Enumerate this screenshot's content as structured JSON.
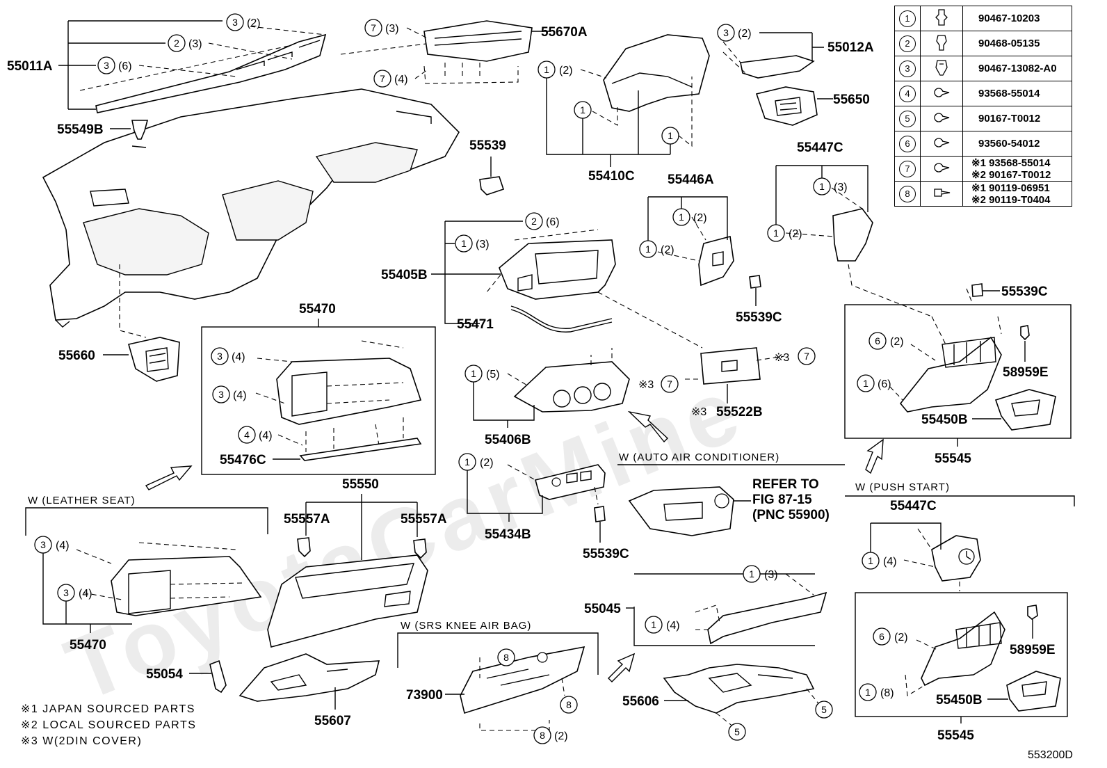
{
  "parts": {
    "p55011A": "55011A",
    "p55549B": "55549B",
    "p55670A": "55670A",
    "p55410C": "55410C",
    "p55012A": "55012A",
    "p55650": "55650",
    "p55539": "55539",
    "p55405B": "55405B",
    "p55471": "55471",
    "p55446A": "55446A",
    "p55539C_a": "55539C",
    "p55447C_a": "55447C",
    "p55539C_b": "55539C",
    "p58959E_a": "58959E",
    "p55450B_a": "55450B",
    "p55545_a": "55545",
    "p55660": "55660",
    "p55470_a": "55470",
    "p55476C": "55476C",
    "p55406B": "55406B",
    "p55522B": "55522B",
    "p55434B": "55434B",
    "p55539C_c": "55539C",
    "p55550": "55550",
    "p55557A_a": "55557A",
    "p55557A_b": "55557A",
    "p55470_b": "55470",
    "p55054": "55054",
    "p55607": "55607",
    "p73900": "73900",
    "p55045": "55045",
    "p55606": "55606",
    "p55447C_b": "55447C",
    "p58959E_b": "58959E",
    "p55450B_b": "55450B",
    "p55545_b": "55545"
  },
  "captions": {
    "auto_air": "W (AUTO AIR CONDITIONER)",
    "push_start": "W (PUSH START)",
    "leather_seat": "W (LEATHER SEAT)",
    "srs_knee": "W (SRS KNEE AIR BAG)",
    "refer_1": "REFER TO",
    "refer_2": "FIG 87-15",
    "refer_3": "(PNC 55900)"
  },
  "notes": {
    "n1": "※1 JAPAN SOURCED PARTS",
    "n2": "※2 LOCAL SOURCED PARTS",
    "n3": "※3 W(2DIN COVER)"
  },
  "markers": {
    "m3": "※3",
    "m3_55522B": "※3"
  },
  "qty": {
    "q2": "(2)",
    "q3": "(3)",
    "q4": "(4)",
    "q5": "(5)",
    "q6": "(6)",
    "q8": "(8)"
  },
  "figure_id": "553200D",
  "watermark": "ToyotaCarMine",
  "legend": [
    {
      "num": "1",
      "code": "90467-10203"
    },
    {
      "num": "2",
      "code": "90468-05135"
    },
    {
      "num": "3",
      "code": "90467-13082-A0"
    },
    {
      "num": "4",
      "code": "93568-55014"
    },
    {
      "num": "5",
      "code": "90167-T0012"
    },
    {
      "num": "6",
      "code": "93560-54012"
    },
    {
      "num": "7",
      "code1": "※1 93568-55014",
      "code2": "※2 90167-T0012"
    },
    {
      "num": "8",
      "code1": "※1 90119-06951",
      "code2": "※2 90119-T0404"
    }
  ]
}
